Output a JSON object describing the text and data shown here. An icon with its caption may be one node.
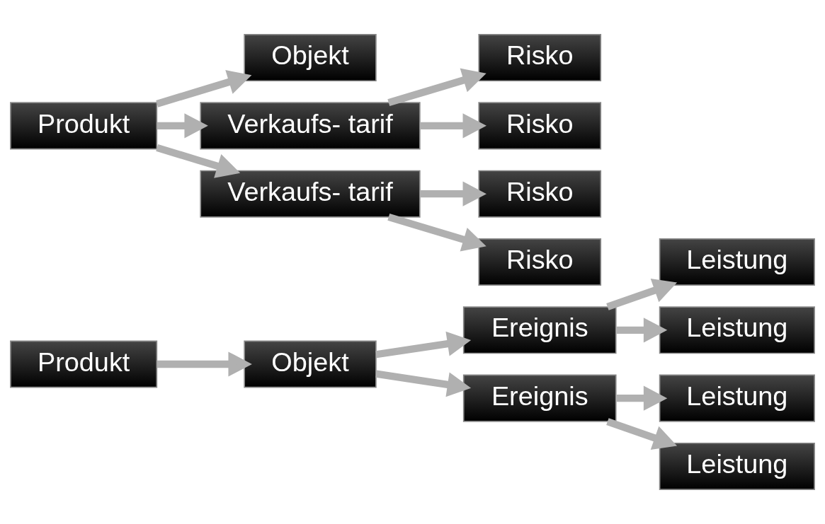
{
  "diagram": {
    "nodes": [
      {
        "text": [
          "Produkt"
        ]
      },
      {
        "text": [
          "Objekt"
        ]
      },
      {
        "text": [
          "Ereignis"
        ]
      },
      {
        "text": [
          "Leistung"
        ]
      },
      {
        "text": [
          "Leistung"
        ]
      },
      {
        "text": [
          "Ereignis"
        ]
      },
      {
        "text": [
          "Leistung"
        ]
      },
      {
        "text": [
          "Leistung"
        ]
      },
      {
        "text": [
          "Produkt"
        ]
      },
      {
        "text": [
          "Objekt"
        ]
      },
      {
        "text": [
          "Verkaufs- tarif"
        ]
      },
      {
        "text": [
          "Risko"
        ]
      },
      {
        "text": [
          "Risko"
        ]
      },
      {
        "text": [
          "Verkaufs- tarif"
        ]
      },
      {
        "text": [
          "Risko"
        ]
      },
      {
        "text": [
          "Risko"
        ]
      }
    ],
    "edges": [
      {
        "from": 0,
        "to": 1,
        "arrow": "to"
      },
      {
        "from": 1,
        "to": 2,
        "arrow": "to"
      },
      {
        "from": 2,
        "to": 3,
        "arrow": "to"
      },
      {
        "from": 2,
        "to": 4,
        "arrow": "to"
      },
      {
        "from": 1,
        "to": 5,
        "arrow": "to"
      },
      {
        "from": 5,
        "to": 6,
        "arrow": "to"
      },
      {
        "from": 5,
        "to": 7,
        "arrow": "to"
      },
      {
        "from": 8,
        "to": 9,
        "arrow": "to"
      },
      {
        "from": 8,
        "to": 10,
        "arrow": "to"
      },
      {
        "from": 10,
        "to": 11,
        "arrow": "to"
      },
      {
        "from": 10,
        "to": 12,
        "arrow": "to"
      },
      {
        "from": 8,
        "to": 13,
        "arrow": "to"
      },
      {
        "from": 13,
        "to": 14,
        "arrow": "to"
      },
      {
        "from": 13,
        "to": 15,
        "arrow": "to"
      }
    ]
  }
}
